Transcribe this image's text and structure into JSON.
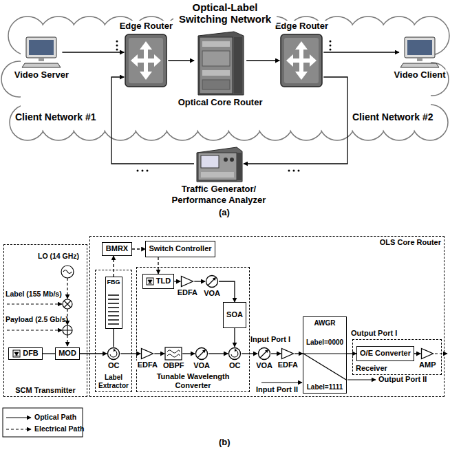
{
  "diagram": {
    "nodes": [
      {
        "text": [
          "Video Server"
        ]
      },
      {
        "text": [
          "Edge Router"
        ]
      },
      {
        "text": [
          "Optical Core Router"
        ]
      },
      {
        "text": [
          "Edge Router"
        ]
      },
      {
        "text": [
          "Video Client"
        ]
      },
      {
        "text": [
          "Traffic Generator/ Performance Analyzer"
        ]
      },
      {
        "text": [
          "SCM Transmitter"
        ]
      },
      {
        "text": [
          "DFB"
        ],
        "in": 6
      },
      {
        "text": [
          "MOD"
        ],
        "in": 6
      },
      {
        "text": [
          "OLS Core Router"
        ]
      },
      {
        "text": [
          "BMRX"
        ],
        "in": 9
      },
      {
        "text": [
          "Switch Controller"
        ],
        "in": 9
      },
      {
        "text": [
          "Label Extractor"
        ],
        "in": 9
      },
      {
        "text": [
          "FBG"
        ],
        "in": 12
      },
      {
        "text": [
          "OC"
        ],
        "in": 12
      },
      {
        "text": [
          "Tunable Wavelength Converter"
        ],
        "in": 9
      },
      {
        "text": [
          "TLD"
        ],
        "in": 15
      },
      {
        "text": [
          "EDFA"
        ],
        "in": 15
      },
      {
        "text": [
          "VOA"
        ],
        "in": 15
      },
      {
        "text": [
          "SOA"
        ],
        "in": 15
      },
      {
        "text": [
          "EDFA"
        ],
        "in": 15
      },
      {
        "text": [
          "OBPF"
        ],
        "in": 15
      },
      {
        "text": [
          "VOA"
        ],
        "in": 15
      },
      {
        "text": [
          "OC"
        ],
        "in": 15
      },
      {
        "text": [
          "VOA"
        ],
        "in": 9
      },
      {
        "text": [
          "EDFA"
        ],
        "in": 9
      },
      {
        "text": [
          "Label=0000",
          "Label=1111",
          "AWGR"
        ],
        "in": 9
      },
      {
        "text": [
          "Receiver"
        ],
        "in": 9
      },
      {
        "text": [
          "O/E Converter"
        ],
        "in": 27
      },
      {
        "text": [
          "AMP"
        ],
        "in": 27
      }
    ],
    "edges": [
      {
        "from": 0,
        "to": 1,
        "arrow": "to"
      },
      {
        "from": 1,
        "to": 2,
        "arrow": "to"
      },
      {
        "from": 2,
        "to": 3,
        "arrow": "to"
      },
      {
        "from": 3,
        "to": 4,
        "arrow": "to"
      },
      {
        "from": 5,
        "to": 1,
        "arrow": "to"
      },
      {
        "from": 3,
        "to": 5,
        "arrow": "to"
      },
      {
        "from": 7,
        "to": 8,
        "arrow": "none"
      },
      {
        "from": 8,
        "to": 14,
        "arrow": "to"
      },
      {
        "from": 14,
        "to": 13,
        "arrow": "none"
      },
      {
        "from": 13,
        "to": 10,
        "arrow": "to"
      },
      {
        "from": 10,
        "to": 11,
        "arrow": "to"
      },
      {
        "from": 11,
        "to": 16,
        "arrow": "to"
      },
      {
        "from": 14,
        "to": 20,
        "arrow": "to"
      },
      {
        "from": 20,
        "to": 21,
        "arrow": "to"
      },
      {
        "from": 21,
        "to": 22,
        "arrow": "to"
      },
      {
        "from": 22,
        "to": 23,
        "arrow": "to"
      },
      {
        "from": 16,
        "to": 17,
        "arrow": "to"
      },
      {
        "from": 17,
        "to": 18,
        "arrow": "to"
      },
      {
        "from": 18,
        "to": 19,
        "arrow": "to"
      },
      {
        "from": 19,
        "to": 23,
        "arrow": "to"
      },
      {
        "from": 23,
        "to": 24,
        "arrow": "to"
      },
      {
        "from": 24,
        "to": 25,
        "arrow": "to"
      },
      {
        "from": 25,
        "to": 26,
        "arrow": "to"
      },
      {
        "from": 26,
        "to": 28,
        "arrow": "to"
      },
      {
        "from": 28,
        "to": 29,
        "arrow": "to"
      }
    ],
    "labels": [
      "Optical-Label Switching Network",
      "Client Network #1",
      "Client Network #2",
      "(a)",
      "LO (14 GHz)",
      "Label (155 Mb/s)",
      "Payload (2.5 Gb/s)",
      "Input Port I",
      "Input Port II",
      "Output Port I",
      "Output Port II",
      "(b)"
    ],
    "legend": [
      {
        "text": "Optical Path"
      },
      {
        "text": "Electrical Path"
      }
    ]
  }
}
